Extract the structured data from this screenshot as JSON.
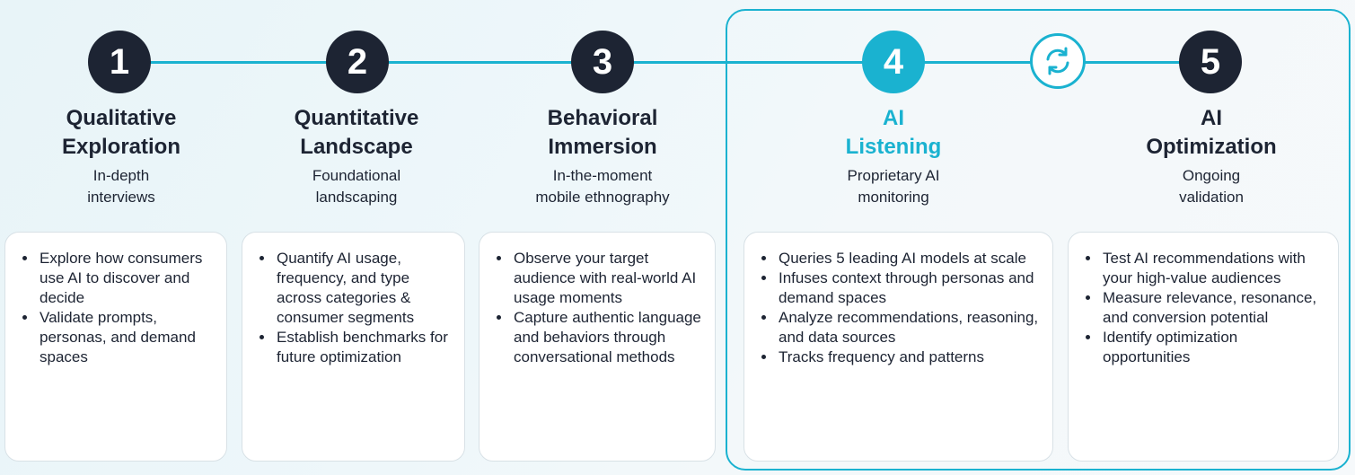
{
  "colors": {
    "accent": "#1ab2d0",
    "dark": "#1d2433",
    "card_bg": "#ffffff"
  },
  "cycle_icon": "refresh-cycle-icon",
  "steps": [
    {
      "number": "1",
      "title": "Qualitative\nExploration",
      "subtitle": "In-depth\ninterviews",
      "bullets": [
        "Explore how consumers use AI to discover and decide",
        "Validate prompts, personas, and demand spaces"
      ]
    },
    {
      "number": "2",
      "title": "Quantitative\nLandscape",
      "subtitle": "Foundational\nlandscaping",
      "bullets": [
        "Quantify AI usage, frequency, and type across categories & consumer segments",
        "Establish benchmarks for future optimization"
      ]
    },
    {
      "number": "3",
      "title": "Behavioral\nImmersion",
      "subtitle": "In-the-moment\nmobile ethnography",
      "bullets": [
        "Observe your target audience with real-world AI usage moments",
        "Capture authentic language and behaviors through conversational methods"
      ]
    },
    {
      "number": "4",
      "title": "AI\nListening",
      "subtitle": "Proprietary AI\nmonitoring",
      "bullets": [
        "Queries 5 leading AI models at scale",
        "Infuses context through personas and demand spaces",
        "Analyze recommendations, reasoning, and data sources",
        "Tracks frequency and patterns"
      ]
    },
    {
      "number": "5",
      "title": "AI\nOptimization",
      "subtitle": "Ongoing\nvalidation",
      "bullets": [
        "Test AI recommendations with your high-value audiences",
        "Measure relevance, resonance, and conversion potential",
        "Identify optimization opportunities"
      ]
    }
  ]
}
